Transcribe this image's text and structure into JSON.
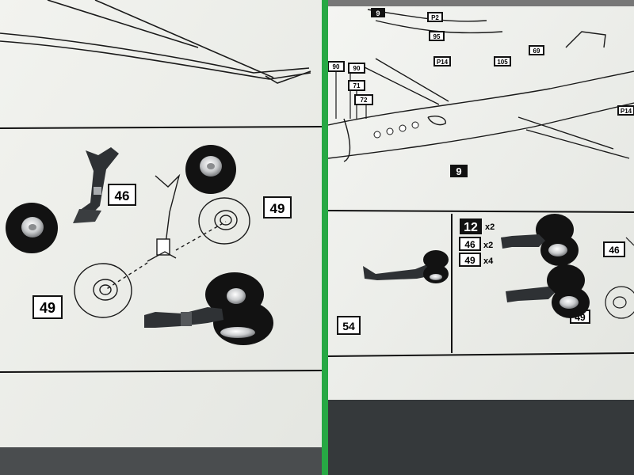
{
  "left_sheet": {
    "callouts": [
      {
        "id": "strut",
        "text": "46"
      },
      {
        "id": "wheel-right",
        "text": "49"
      },
      {
        "id": "wheel-left",
        "text": "49"
      }
    ]
  },
  "right_sheet": {
    "top_step_label": "9",
    "step_number": "9",
    "callouts_top": [
      "72",
      "71",
      "90",
      "90",
      "P2",
      "95",
      "P14",
      "105",
      "69",
      "P14"
    ],
    "step_box_label": "54",
    "parts_list": [
      {
        "part": "12",
        "qty": "x2"
      },
      {
        "part": "46",
        "qty": "x2"
      },
      {
        "part": "49",
        "qty": "x4"
      }
    ],
    "callout_right": "46",
    "callout_bottom": "49"
  },
  "colors": {
    "divider": "#27a844",
    "paper": "#eef0ec",
    "tyre": "#121212",
    "metal": "#3a3d40"
  }
}
